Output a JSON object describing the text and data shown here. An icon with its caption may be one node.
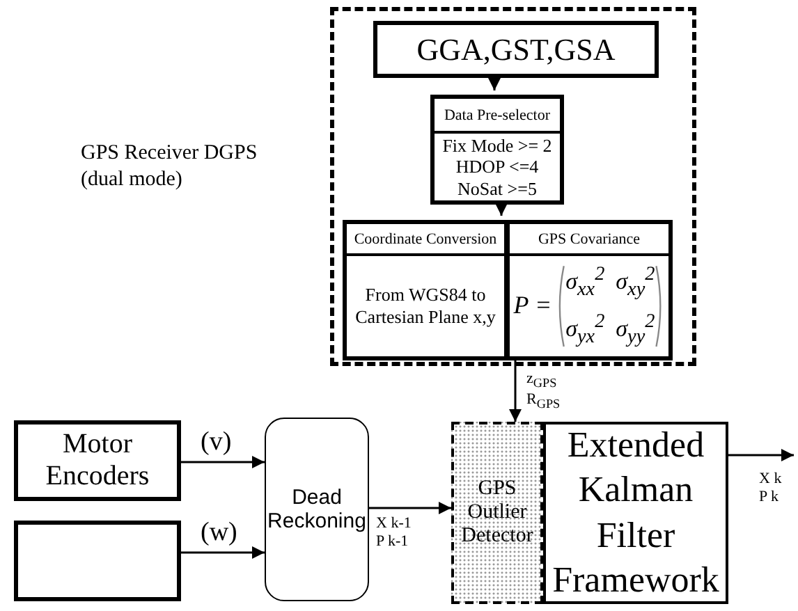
{
  "diagram": {
    "nodes": [
      {
        "text": [],
        "shape": "box"
      },
      {
        "text": [
          "GGA,GST,GSA"
        ],
        "in": 0
      },
      {
        "text": [
          "Data Pre-selector",
          "Fix Mode >= 2",
          "HDOP <=4",
          "NoSat >=5"
        ],
        "in": 0
      },
      {
        "text": [
          "Coordinate Conversion",
          "From WGS84 to Cartesian Plane x,y"
        ],
        "in": 0
      },
      {
        "text": [
          "GPS Covariance",
          "P =",
          "σ$_{xx}$$^{2}$",
          "σ$_{xy}$$^{2}$",
          "σ$_{yx}$$^{2}$",
          "σ$_{yy}$$^{2}$"
        ],
        "in": 0
      },
      {
        "text": [
          "Motor Encoders"
        ]
      },
      {
        "text": [],
        "shape": "box"
      },
      {
        "text": [
          "Dead Reckoning"
        ]
      },
      {
        "text": [
          "GPS Outlier Detector"
        ]
      },
      {
        "text": [
          "Extended Kalman Filter Framework"
        ]
      }
    ],
    "edges": [
      {
        "from": 1,
        "to": 2,
        "arrow": "to"
      },
      {
        "from": 2,
        "to": 3,
        "arrow": "to"
      },
      {
        "from": 4,
        "to": 8,
        "arrow": "to",
        "label": "z$_{GPS}$ R$_{GPS}$"
      },
      {
        "from": 5,
        "to": 7,
        "arrow": "to",
        "label": "(v)"
      },
      {
        "from": 6,
        "to": 7,
        "arrow": "to",
        "label": "(w)"
      },
      {
        "from": 7,
        "to": 8,
        "arrow": "to",
        "label": "X k-1 P k-1"
      },
      {
        "from": 9,
        "to": null,
        "arrow": "to",
        "label": "X k P k"
      }
    ],
    "labels": [
      "GPS Receiver DGPS (dual mode)"
    ]
  }
}
